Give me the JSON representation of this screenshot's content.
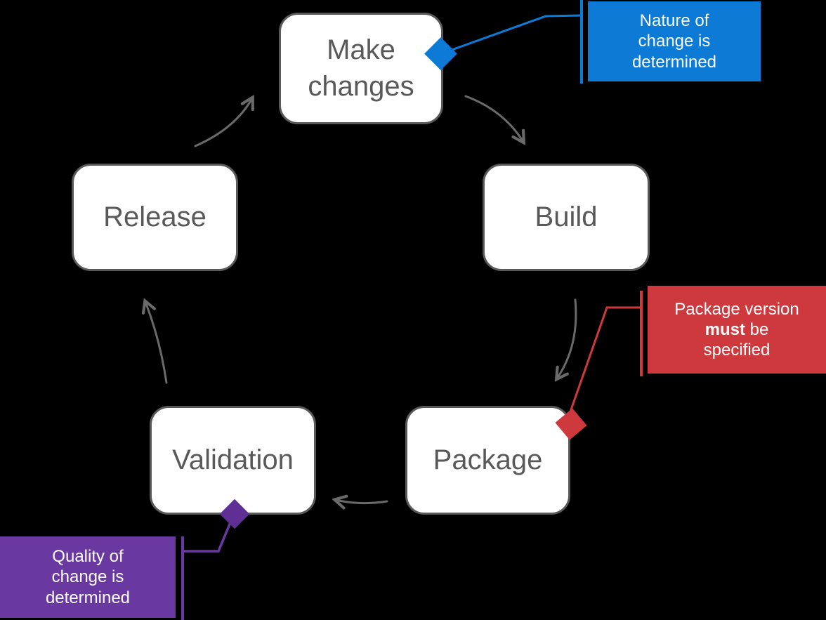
{
  "cycle": {
    "nodes": [
      {
        "id": "make-changes",
        "label": "Make changes"
      },
      {
        "id": "build",
        "label": "Build"
      },
      {
        "id": "package",
        "label": "Package"
      },
      {
        "id": "validation",
        "label": "Validation"
      },
      {
        "id": "release",
        "label": "Release"
      }
    ]
  },
  "callouts": {
    "nature": {
      "lines": [
        "Nature of",
        "change is",
        "determined"
      ],
      "color": "#0d7ad6"
    },
    "package_version": {
      "line1": "Package version",
      "line2_bold": "must",
      "line2_rest": " be",
      "line3": "specified",
      "color": "#ce393d"
    },
    "quality": {
      "lines": [
        "Quality of",
        "change is",
        "determined"
      ],
      "color": "#6a38a1"
    }
  },
  "colors": {
    "background": "#000000",
    "node_fill": "#ffffff",
    "node_border": "#595959",
    "node_text": "#595959",
    "arrow": "#6a6a6a",
    "blue": "#0d7ad6",
    "red": "#ce393d",
    "purple_box": "#6a38a1",
    "purple_diamond": "#5f2f94",
    "callout_text": "#ffffff"
  }
}
